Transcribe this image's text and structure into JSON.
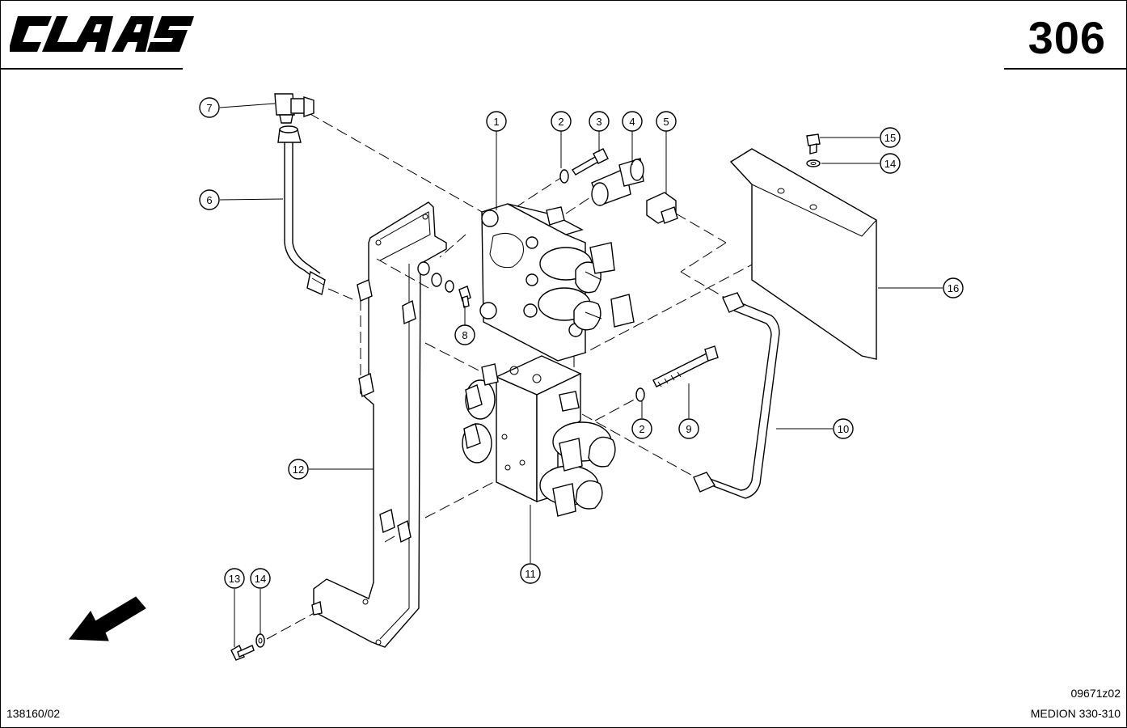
{
  "header": {
    "logo_text": "CLAAS",
    "page_number": "306"
  },
  "callouts": [
    "1",
    "2",
    "3",
    "4",
    "5",
    "6",
    "7",
    "8",
    "9",
    "10",
    "11",
    "12",
    "13",
    "14",
    "15",
    "16"
  ],
  "callout_second_instances": [
    "2",
    "14"
  ],
  "footer": {
    "document_number": "138160/02",
    "drawing_code": "09671z02",
    "model": "MEDION 330-310"
  },
  "colors": {
    "ink": "#000000",
    "paper": "#ffffff"
  },
  "icons": {
    "direction_arrow": "direction-arrow-icon"
  }
}
